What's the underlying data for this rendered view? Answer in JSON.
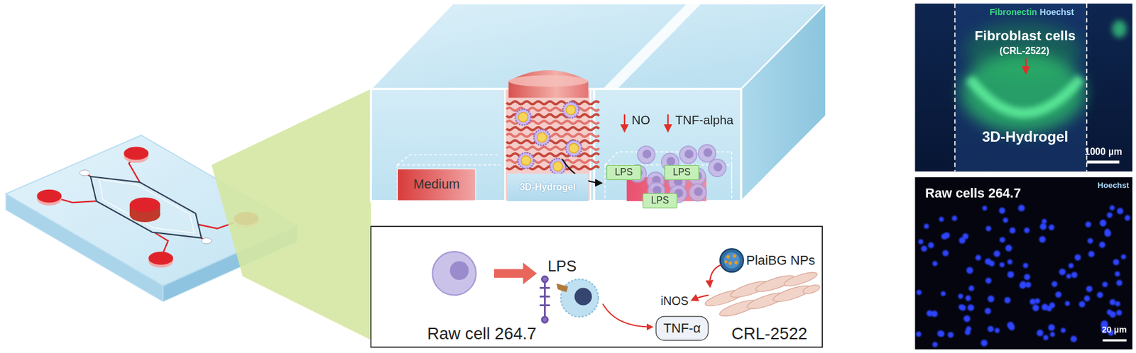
{
  "diagram": {
    "nodes": [
      {
        "text": [
          "Medium"
        ]
      },
      {
        "text": [
          "3D-Hydrogel"
        ]
      },
      {
        "text": [
          "LPS"
        ]
      },
      {
        "text": [
          "LPS"
        ]
      },
      {
        "text": [
          "LPS"
        ]
      },
      {
        "text": [
          "TNF-α"
        ]
      },
      {
        "text": [
          "Fibronectin",
          "Hoechst",
          "Fibroblast cells",
          "(CRL-2522)",
          "3D-Hydrogel",
          "1000 µm"
        ]
      },
      {
        "text": [
          "Raw cells 264.7",
          "Hoechst",
          "20 µm"
        ]
      }
    ],
    "labels": [
      "NO",
      "TNF-alpha",
      "Raw cell 264.7",
      "LPS",
      "iNOS",
      "CRL-2522",
      "PlaiBG NPs"
    ]
  }
}
